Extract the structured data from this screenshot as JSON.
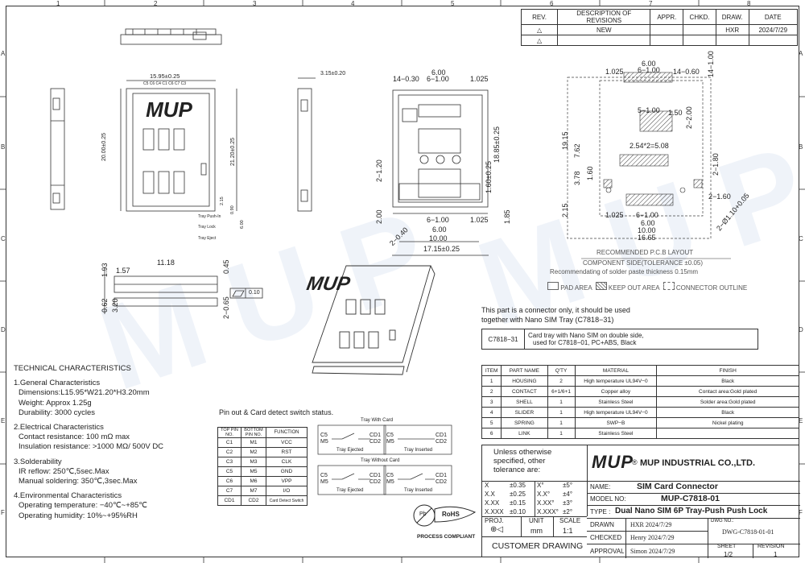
{
  "zones_top": [
    "1",
    "2",
    "3",
    "4",
    "5",
    "6",
    "7",
    "8"
  ],
  "zones_side": [
    "A",
    "B",
    "C",
    "D",
    "E",
    "F"
  ],
  "revisions": {
    "headers": [
      "REV.",
      "DESCRIPTION OF REVISIONS",
      "APPR.",
      "CHKD.",
      "DRAW.",
      "DATE"
    ],
    "rows": [
      [
        "",
        "NEW",
        "",
        "",
        "HXR",
        "2024/7/29"
      ],
      [
        "",
        "",
        "",
        "",
        "",
        ""
      ]
    ]
  },
  "dims": {
    "w_15_95": "15.95±0.25",
    "h_20_00": "20.00±0.25",
    "h_21_20": "21.20±0.25",
    "t_3_15": "3.15±0.20",
    "pins_top": "C5 C6 C4 C1 C6 C7 C3",
    "w_6_00": "6.00",
    "w_6_1": "6−1.00",
    "w_14_030": "14−0.30",
    "w_1025": "1.025",
    "w_10_00": "10.00",
    "w_17_15": "17.15±0.25",
    "h_18_85": "18.85±0.25",
    "h_1_60": "1.60±0.25",
    "h_1_85": "1.85",
    "h_2_00": "2.00",
    "h_2_120": "2−1.20",
    "h_2_040": "2−0.40",
    "w_11_18": "11.18",
    "w_1_57": "1.57",
    "h_1_93": "1.93",
    "h_0_45": "0.45",
    "h_0_62": "0.62",
    "h_3_20": "3.20",
    "h_2_065": "2−0.65",
    "flat": "0.10",
    "tray_push": "Tray Push-In",
    "tray_lock": "Tray Lock",
    "tray_eject": "Tray Eject",
    "s_2_15": "2.15",
    "s_6_00": "6.00",
    "s_0_90": "0.90",
    "pcb_6_00": "6.00",
    "pcb_6_100": "6−1.00",
    "pcb_1025": "1.025",
    "pcb_14_060": "14−0.60",
    "pcb_14_100": "14−1.00",
    "pcb_5_100": "5−1.00",
    "pcb_1_50": "1.50",
    "pcb_2_00": "2−2.00",
    "pcb_254": "2.54*2=5.08",
    "pcb_19_15": "19.15",
    "pcb_7_62": "7.62",
    "pcb_3_78": "3.78",
    "pcb_1_60": "1.60",
    "pcb_2_180": "2−1.80",
    "pcb_2_160": "2−1.60",
    "pcb_2_15": "2.15",
    "pcb_6_1b": "6−1.00",
    "pcb_6_00b": "6.00",
    "pcb_10_00": "10.00",
    "pcb_16_65": "16.65",
    "pcb_hole": "2−Ø1.10+0.05",
    "pcb_1_025b": "1.025"
  },
  "logo_text": "MUP",
  "pcb": {
    "title": "RECOMMENDED P.C.B LAYOUT",
    "sub": "COMPONENT SIDE(TOLERANCE ±0.05)",
    "paste": "Recommendating of solder paste thickness 0.15mm",
    "legend": [
      "PAD AREA",
      "KEEP OUT AREA",
      "CONNECTOR OUTLINE"
    ]
  },
  "connector_note": {
    "line1": "This part is a connector only, it should be used",
    "line2": "together with Nano SIM Tray (C7818−31)",
    "code": "C7818−31",
    "desc1": "Card tray with Nano SIM on double side,",
    "desc2": "used for C7818−01, PC+ABS, Black"
  },
  "parts": {
    "headers": [
      "ITEM",
      "PART NAME",
      "Q'TY",
      "MATERIAL",
      "FINISH"
    ],
    "rows": [
      [
        "1",
        "HOUSING",
        "2",
        "High temperature UL94V−0",
        "Black"
      ],
      [
        "2",
        "CONTACT",
        "6+1/6+1",
        "Copper alloy",
        "Contact area:Gold plated"
      ],
      [
        "3",
        "SHELL",
        "1",
        "Stainless Steel",
        "Solder area:Gold plated"
      ],
      [
        "4",
        "SLIDER",
        "1",
        "High temperature UL94V−0",
        "Black"
      ],
      [
        "5",
        "SPRING",
        "1",
        "SWP−B",
        "Nickel plating"
      ],
      [
        "6",
        "LINK",
        "1",
        "Stainless Steel",
        ""
      ]
    ]
  },
  "tech": {
    "title": "TECHNICAL CHARACTERISTICS",
    "lines": [
      "1.General Characteristics",
      "Dimensions:L15.95*W21.20*H3.20mm",
      "Weight: Approx 1.25g",
      "Durability: 3000 cycles",
      "",
      "2.Electrical Characteristics",
      "Contact resistance: 100 mΩ max",
      "Insulation resistance: >1000 MΩ/ 500V DC",
      "",
      "3.Solderability",
      "IR reflow: 250℃,5sec.Max",
      "Manual soldering: 350℃,3sec.Max",
      "",
      "4.Environmental Characteristics",
      "Operating temperature: −40℃~+85℃",
      "Operating humidity: 10%~+95%RH"
    ]
  },
  "pinout": {
    "title": "Pin out & Card detect switch status.",
    "headers": [
      "TOP PIN NO.",
      "BOTTOM PIN NO.",
      "FUNCTION"
    ],
    "rows": [
      [
        "C1",
        "M1",
        "VCC"
      ],
      [
        "C2",
        "M2",
        "RST"
      ],
      [
        "C3",
        "M3",
        "CLK"
      ],
      [
        "C5",
        "M5",
        "GND"
      ],
      [
        "C6",
        "M6",
        "VPP"
      ],
      [
        "C7",
        "M7",
        "I/O"
      ],
      [
        "CD1",
        "CD2",
        "Card Detect Switch"
      ]
    ]
  },
  "switch": {
    "with_card": "Tray With Card",
    "without_card": "Tray Without Card",
    "ejected": "Tray Ejected",
    "inserted": "Tray Inserted",
    "c5": "C5",
    "m5": "M5",
    "cd1": "CD1",
    "cd2": "CD2"
  },
  "rohs": {
    "label": "RoHS",
    "caption": "PROCESS COMPLIANT",
    "pb": "Pb"
  },
  "title_block": {
    "unless1": "Unless otherwise",
    "unless2": "specified, other",
    "unless3": "tolerance are:",
    "tol": [
      [
        "X",
        "±0.35",
        "X°",
        "±5°"
      ],
      [
        "X.X",
        "±0.25",
        "X.X°",
        "±4°"
      ],
      [
        "X.XX",
        "±0.15",
        "X.XX°",
        "±3°"
      ],
      [
        "X.XXX",
        "±0.10",
        "X.XXX°",
        "±2°"
      ]
    ],
    "company": "MUP INDUSTRIAL CO.,LTD.",
    "name_label": "NAME:",
    "name": "SIM Card Connector",
    "model_label": "MODEL NO:",
    "model": "MUP-C7818-01",
    "type_label": "TYPE :",
    "type": "Dual Nano SIM 6P Tray-Push Push Lock",
    "proj": "PROJ.",
    "unit_label": "UNIT",
    "unit": "mm",
    "scale_label": "SCALE",
    "scale": "1:1",
    "customer": "CUSTOMER DRAWING",
    "drawn_label": "DRAWN",
    "drawn": "HXR 2024/7/29",
    "checked_label": "CHECKED",
    "checked": "Henry 2024/7/29",
    "approval_label": "APPROVAL",
    "approval": "Simon 2024/7/29",
    "dwg_label": "DWG NO.:",
    "dwg": "DWG-C7818-01-01",
    "sheet_label": "SHEET",
    "sheet": "1/2",
    "revision_label": "REVISION",
    "revision": "1"
  }
}
